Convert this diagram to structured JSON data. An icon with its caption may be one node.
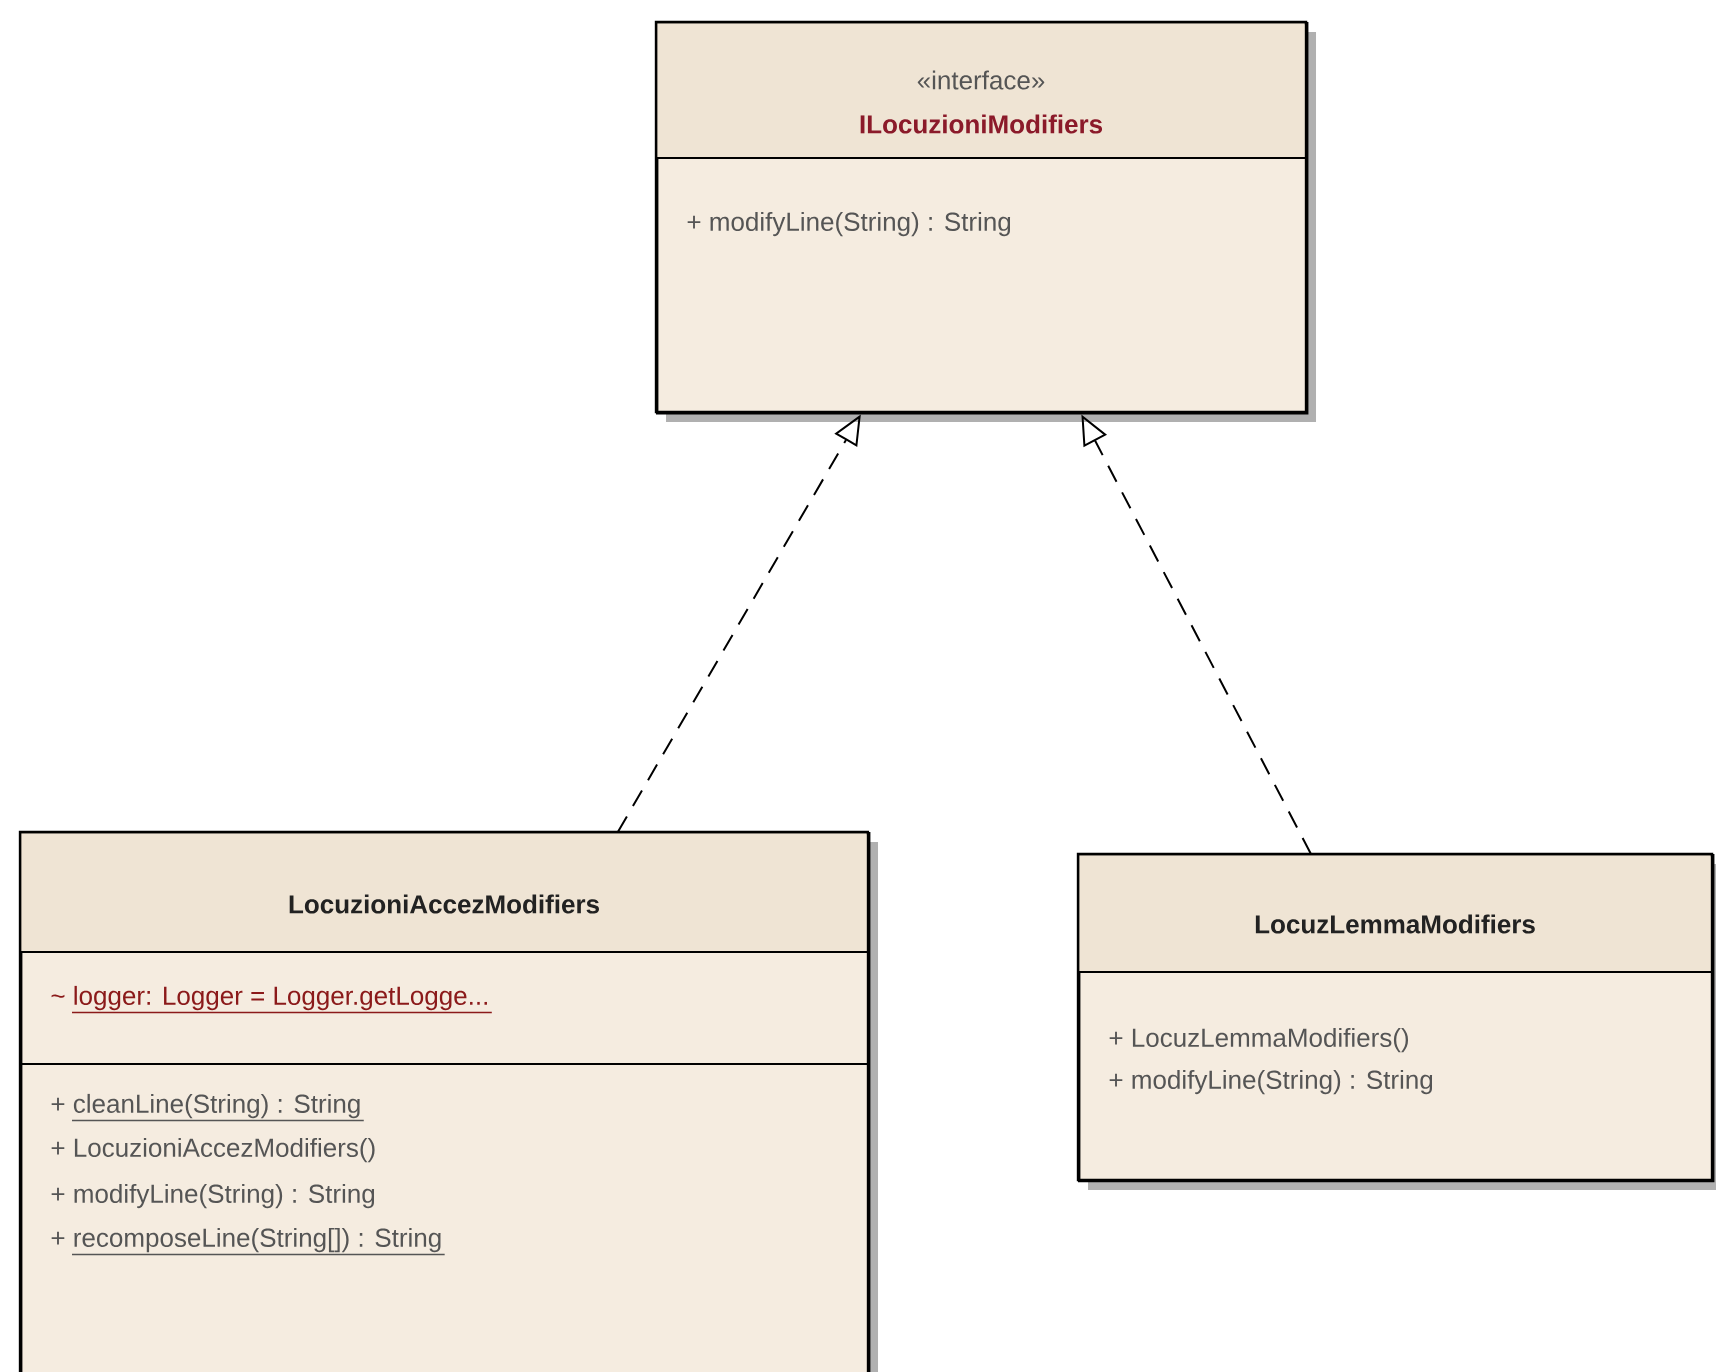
{
  "diagram": {
    "nodes": [
      {
        "text": [
          "«interface»",
          "ILocuzioniModifiers",
          "+ modifyLine(String) : String"
        ]
      },
      {
        "text": [
          "LocuzioniAccezModifiers",
          "~ logger: Logger = Logger.getLogge...",
          "+ cleanLine(String) : String",
          "+ LocuzioniAccezModifiers()",
          "+ modifyLine(String) : String",
          "+ recomposeLine(String[]) : String"
        ]
      },
      {
        "text": [
          "LocuzLemmaModifiers",
          "+ LocuzLemmaModifiers()",
          "+ modifyLine(String) : String"
        ]
      }
    ],
    "edges": [
      {
        "from": 1,
        "to": 0,
        "arrow": "to",
        "style": "dashed"
      },
      {
        "from": 2,
        "to": 0,
        "arrow": "to",
        "style": "dashed"
      }
    ]
  }
}
